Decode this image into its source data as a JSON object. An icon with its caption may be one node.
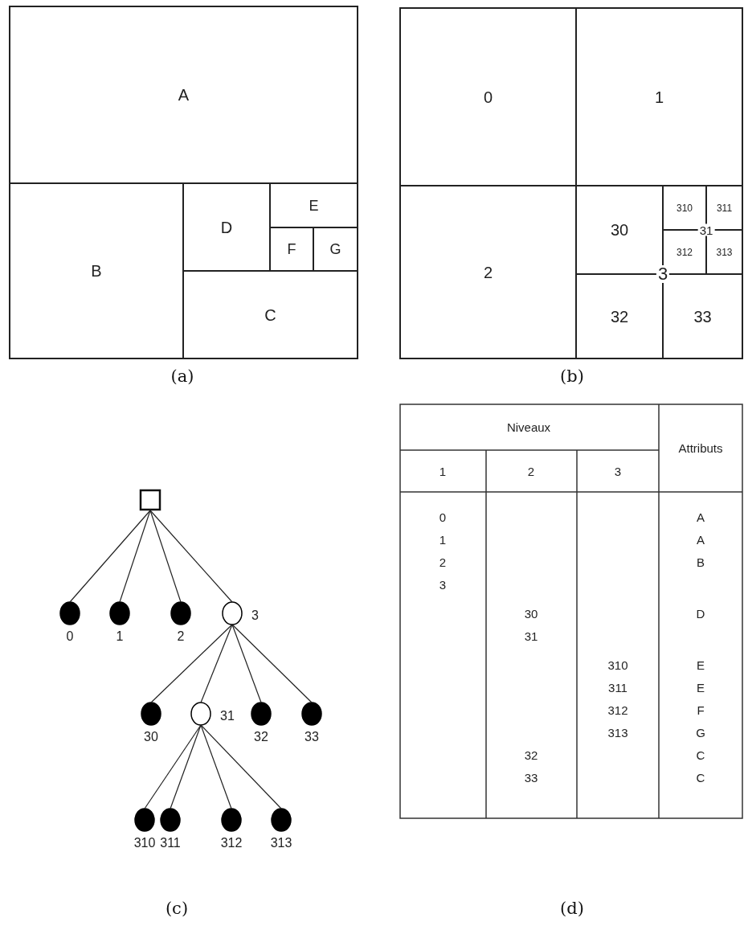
{
  "diagram": {
    "nodes": [
      {
        "text": [
          "A"
        ]
      },
      {
        "text": [
          "B"
        ]
      },
      {
        "text": [
          "D"
        ]
      },
      {
        "text": [
          "E"
        ]
      },
      {
        "text": [
          "F"
        ]
      },
      {
        "text": [
          "G"
        ]
      },
      {
        "text": [
          "C"
        ]
      },
      {
        "text": [
          "0"
        ]
      },
      {
        "text": [
          "1"
        ]
      },
      {
        "text": [
          "2"
        ]
      },
      {
        "text": [],
        "shape": "box"
      },
      {
        "text": [
          "30"
        ],
        "in": 10
      },
      {
        "text": [],
        "shape": "box",
        "in": 10
      },
      {
        "text": [
          "310"
        ],
        "in": 12
      },
      {
        "text": [
          "311"
        ],
        "in": 12
      },
      {
        "text": [
          "312"
        ],
        "in": 12
      },
      {
        "text": [
          "313"
        ],
        "in": 12
      },
      {
        "text": [
          "32"
        ],
        "in": 10
      },
      {
        "text": [
          "33"
        ],
        "in": 10
      },
      {
        "text": [],
        "shape": "box"
      },
      {
        "text": [
          "0"
        ]
      },
      {
        "text": [
          "1"
        ]
      },
      {
        "text": [
          "2"
        ]
      },
      {
        "text": [
          "3"
        ]
      },
      {
        "text": [
          "30"
        ]
      },
      {
        "text": [
          "31"
        ]
      },
      {
        "text": [
          "32"
        ]
      },
      {
        "text": [
          "33"
        ]
      },
      {
        "text": [
          "310"
        ]
      },
      {
        "text": [
          "311"
        ]
      },
      {
        "text": [
          "312"
        ]
      },
      {
        "text": [
          "313"
        ]
      }
    ],
    "edges": [
      {
        "from": 19,
        "to": 20,
        "arrow": "none"
      },
      {
        "from": 19,
        "to": 21,
        "arrow": "none"
      },
      {
        "from": 19,
        "to": 22,
        "arrow": "none"
      },
      {
        "from": 19,
        "to": 23,
        "arrow": "none"
      },
      {
        "from": 23,
        "to": 24,
        "arrow": "none"
      },
      {
        "from": 23,
        "to": 25,
        "arrow": "none"
      },
      {
        "from": 23,
        "to": 26,
        "arrow": "none"
      },
      {
        "from": 23,
        "to": 27,
        "arrow": "none"
      },
      {
        "from": 25,
        "to": 28,
        "arrow": "none"
      },
      {
        "from": 25,
        "to": 29,
        "arrow": "none"
      },
      {
        "from": 25,
        "to": 30,
        "arrow": "none"
      },
      {
        "from": 25,
        "to": 31,
        "arrow": "none"
      }
    ],
    "labels": [
      "31",
      "3",
      "(a)",
      "(b)",
      "Niveaux",
      "Attributs",
      "1",
      "2",
      "3",
      "0",
      "A",
      "1",
      "A",
      "2",
      "B",
      "3",
      "30",
      "D",
      "31",
      "310",
      "E",
      "311",
      "E",
      "312",
      "F",
      "313",
      "G",
      "32",
      "C",
      "33",
      "C",
      "(c)",
      "(d)"
    ]
  }
}
